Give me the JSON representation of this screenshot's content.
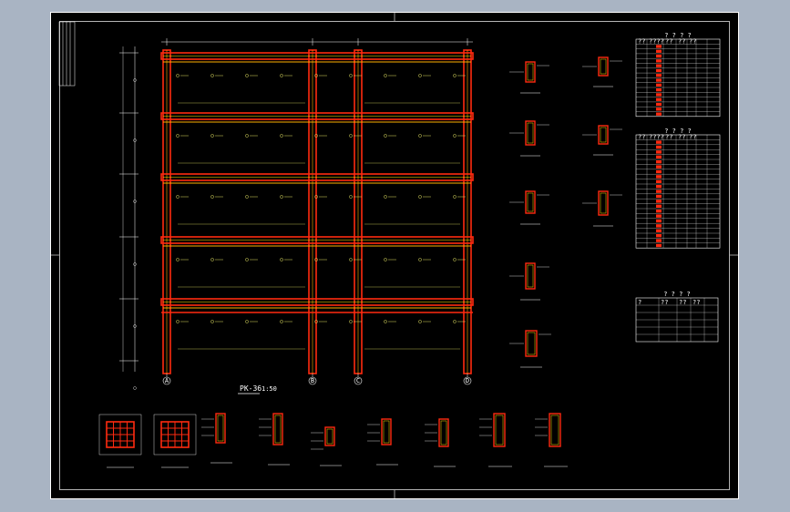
{
  "drawing": {
    "main_title": "PK-36",
    "main_scale": "1:50",
    "axis_labels": [
      "A",
      "B",
      "C",
      "D"
    ],
    "colors": {
      "background": "#000000",
      "frame_line": "#ffffff",
      "beam": "#ff2a10",
      "beam_inner": "#ffb000",
      "rebar": "#ffe000",
      "dimension": "#ffffff",
      "annotation": "#e0e060"
    },
    "tables": [
      {
        "header": [
          "??",
          "????",
          "??",
          "??",
          "??"
        ],
        "rows": 15,
        "title": "? ? ? ?"
      },
      {
        "header": [
          "??",
          "????",
          "??",
          "??",
          "??"
        ],
        "rows": 22,
        "title": "? ? ? ?"
      },
      {
        "header": [
          "?",
          "??",
          "??",
          "??"
        ],
        "rows": 5,
        "title": "? ? ? ?"
      }
    ]
  }
}
